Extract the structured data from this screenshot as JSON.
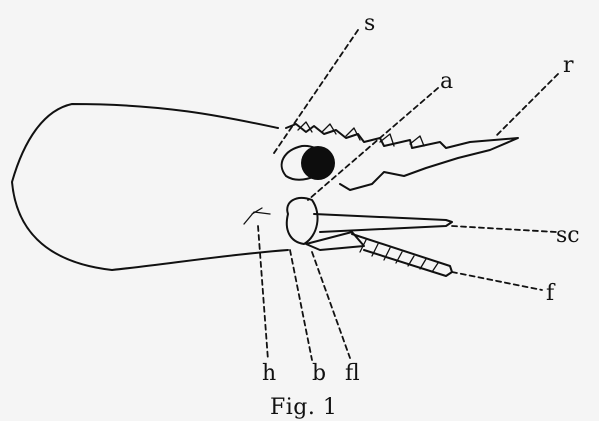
{
  "figure": {
    "caption": "Fig. 1",
    "labels": {
      "s": "s",
      "a": "a",
      "r": "r",
      "sc": "sc",
      "f": "f",
      "h": "h",
      "b": "b",
      "fl": "fl"
    }
  }
}
